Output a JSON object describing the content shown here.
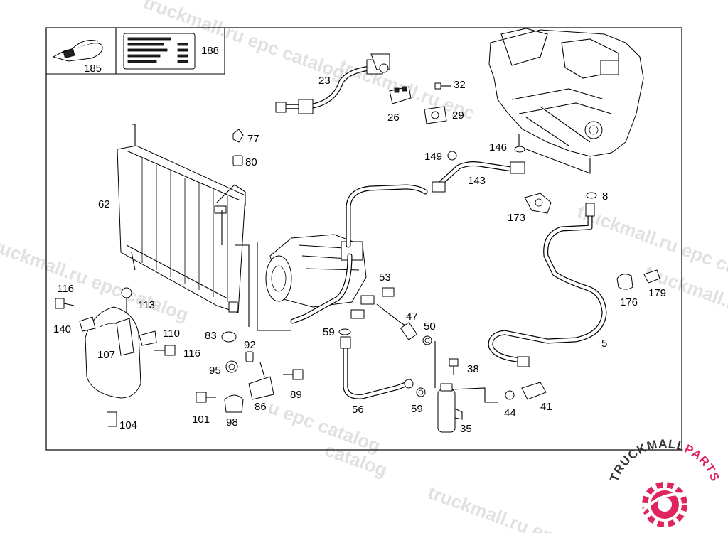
{
  "labels": {
    "p185": "185",
    "p188": "188",
    "p23": "23",
    "p32": "32",
    "p26": "26",
    "p29": "29",
    "p77": "77",
    "p80": "80",
    "p146": "146",
    "p149": "149",
    "p143": "143",
    "p8": "8",
    "p173": "173",
    "p62": "62",
    "p53": "53",
    "p47": "47",
    "p50": "50",
    "p59a": "59",
    "p116a": "116",
    "p113": "113",
    "p140": "140",
    "p110": "110",
    "p116b": "116",
    "p107": "107",
    "p83": "83",
    "p92": "92",
    "p95": "95",
    "p89": "89",
    "p86": "86",
    "p101": "101",
    "p98": "98",
    "p104": "104",
    "p56": "56",
    "p59b": "59",
    "p38": "38",
    "p35": "35",
    "p44": "44",
    "p41": "41",
    "p176": "176",
    "p179": "179",
    "p5": "5"
  },
  "watermarks": {
    "w1": "truckmall.ru epc catalog",
    "w2": "truckmall.ru epc",
    "w3": "truckmall.ru epc catalog",
    "w4": "u epc catalog",
    "w5": "truckmall.ru epc catalog",
    "w6": "truckmall.ru e",
    "w7": "catalog",
    "w8": "truckmall.ru epc"
  },
  "logo": {
    "text_dark": "TRUCKMALL",
    "text_accent": "PARTS",
    "accent_color": "#e0245e",
    "dark_color": "#333333"
  }
}
